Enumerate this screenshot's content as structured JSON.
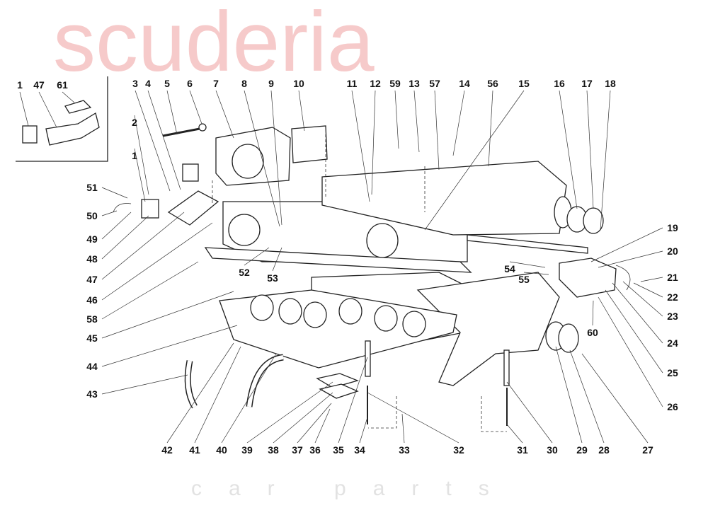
{
  "diagram": {
    "watermark": {
      "brand": "scuderia",
      "sub": "car parts",
      "brand_color": "#f6caca",
      "sub_color": "#e2e2e2"
    },
    "labels": [
      "1",
      "47",
      "61",
      "3",
      "4",
      "5",
      "6",
      "7",
      "8",
      "9",
      "10",
      "11",
      "12",
      "59",
      "13",
      "57",
      "14",
      "56",
      "15",
      "16",
      "17",
      "18",
      "2",
      "1",
      "51",
      "50",
      "49",
      "48",
      "47",
      "46",
      "58",
      "45",
      "44",
      "43",
      "19",
      "20",
      "21",
      "22",
      "23",
      "24",
      "25",
      "26",
      "52",
      "53",
      "54",
      "55",
      "60",
      "42",
      "41",
      "40",
      "39",
      "38",
      "37",
      "36",
      "35",
      "34",
      "33",
      "32",
      "31",
      "30",
      "29",
      "28",
      "27"
    ]
  }
}
